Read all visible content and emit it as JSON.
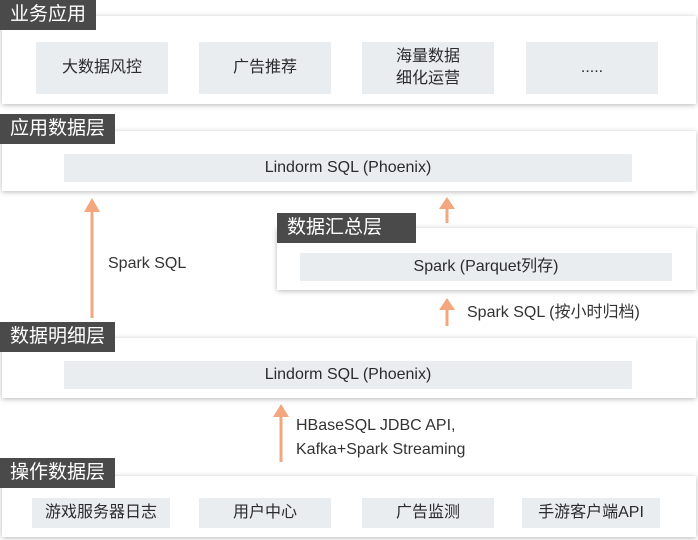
{
  "layers": {
    "business": {
      "title": "业务应用",
      "items": [
        "大数据风控",
        "广告推荐",
        "海量数据\n细化运营",
        "....."
      ]
    },
    "app_data": {
      "title": "应用数据层",
      "engine": "Lindorm SQL (Phoenix)"
    },
    "summary": {
      "title": "数据汇总层",
      "engine": "Spark (Parquet列存)"
    },
    "detail": {
      "title": "数据明细层",
      "engine": "Lindorm SQL (Phoenix)"
    },
    "operation": {
      "title": "操作数据层",
      "items": [
        "游戏服务器日志",
        "用户中心",
        "广告监测",
        "手游客户端API"
      ]
    }
  },
  "flows": {
    "detail_to_app": "Spark SQL",
    "detail_to_summary": "Spark SQL (按小时归档)",
    "ingest_line1": "HBaseSQL JDBC API,",
    "ingest_line2": "Kafka+Spark Streaming"
  },
  "colors": {
    "title_bg": "#4a4a4a",
    "box_bg": "#e9edf0",
    "arrow": "#f2a77e"
  }
}
